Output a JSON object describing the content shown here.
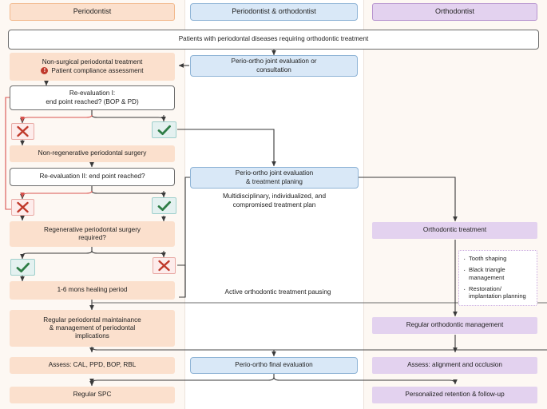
{
  "lanes": [
    {
      "id": "periodontist",
      "title": "Periodontist",
      "color": "#fbe0cd"
    },
    {
      "id": "perio-ortho",
      "title": "Periodontist & orthodontist",
      "color": "#d9e8f7"
    },
    {
      "id": "orthodontist",
      "title": "Orthodontist",
      "color": "#e3d2ef"
    }
  ],
  "entry": {
    "label": "Patients with periodontal diseases requiring orthodontic treatment"
  },
  "left": {
    "nonsurgical_title": "Non-surgical periodontal treatment",
    "compliance": "Patient compliance assessment",
    "warn_icon": "warning-exclamation-icon",
    "reeval1_line1": "Re-evaluation I:",
    "reeval1_line2": "end point reached? (BOP & PD)",
    "nonregen_surgery": "Non-regenerative periodontal surgery",
    "reeval2": "Re-evaluation II: end point reached?",
    "regen_required_line1": "Regenerative periodontal surgery",
    "regen_required_line2": "required?",
    "healing": "1-6 mons healing period",
    "maintenance_line1": "Regular periodontal maintainance",
    "maintenance_line2": "& management of periodontal",
    "maintenance_line3": "implications",
    "assess": "Assess: CAL, PPD, BOP, RBL",
    "spc": "Regular SPC"
  },
  "middle": {
    "joint_eval_line1": "Perio-ortho joint evaluation or",
    "joint_eval_line2": "consultation",
    "joint_plan_line1": "Perio-ortho joint evaluation",
    "joint_plan_line2": "& treatment planing",
    "plan_note_line1": "Multidisciplinary, individualized, and",
    "plan_note_line2": "compromised treatment plan",
    "pausing_label": "Active orthodontic treatment pausing",
    "final_eval": "Perio-ortho final evaluation"
  },
  "right": {
    "ortho_treatment": "Orthodontic treatment",
    "bullets": [
      "Tooth shaping",
      "Black triangle management",
      "Restoration/ implantation planning"
    ],
    "regular_mgmt": "Regular orthodontic management",
    "assess": "Assess: alignment and occlusion",
    "retention": "Personalized retention & follow-up"
  },
  "marks": {
    "fail_icon": "cross-mark-icon",
    "pass_icon": "check-mark-icon",
    "fail_glyph": "✕",
    "pass_glyph": "✔"
  },
  "colors": {
    "peach": "#fbe0cd",
    "blue": "#d9e8f7",
    "purple": "#e3d2ef",
    "fail_red": "#c0392b",
    "pass_green": "#2e7d46",
    "lane_bg": "#fdf8f3",
    "wire": "#3a3a3a",
    "wire_red": "#d9534f"
  }
}
